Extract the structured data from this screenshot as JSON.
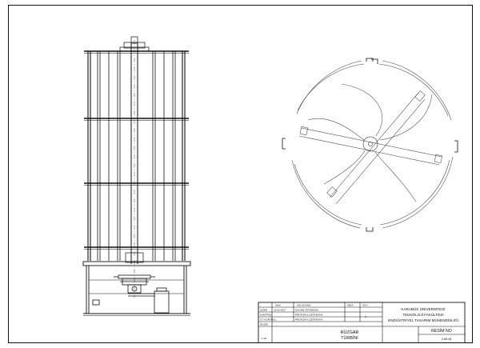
{
  "title_block": {
    "header": {
      "tarih": "Tarih",
      "adi_soyadi": "ADI SOYADI",
      "imza": "İMZA",
      "sayi": "SAYI"
    },
    "rows": [
      {
        "label": "ÇİZEN",
        "date": "16.04.2017",
        "name": "HALİME ÖZTAMGAL"
      },
      {
        "label": "KONTROL",
        "date": "",
        "name": "PROF.DR.K.ÇETİNKAYA"
      },
      {
        "label": "ST. KONTROL",
        "date": "",
        "name": "PROF.DR.K.ÇETİNKAYA"
      },
      {
        "label": "ÖLÇEK",
        "date": "",
        "name": ""
      }
    ],
    "quantity": "1",
    "scale": "1:20",
    "part_name_line1": "RÜZGAR",
    "part_name_line2": "TÜRBİNİ",
    "institution": {
      "line1": "KARABÜK ÜNİVERSİTESİ",
      "line2": "TEKNOLOJİ FAKÜLTESİ",
      "line3": "ENDÜSTRİYEL TASARIM MÜHENDİSLİĞİ"
    },
    "drawing_no_label": "RESİM NO",
    "drawing_no": "2.8H-06"
  },
  "colors": {
    "line": "#111111",
    "light_line": "#555555",
    "background": "#ffffff"
  }
}
